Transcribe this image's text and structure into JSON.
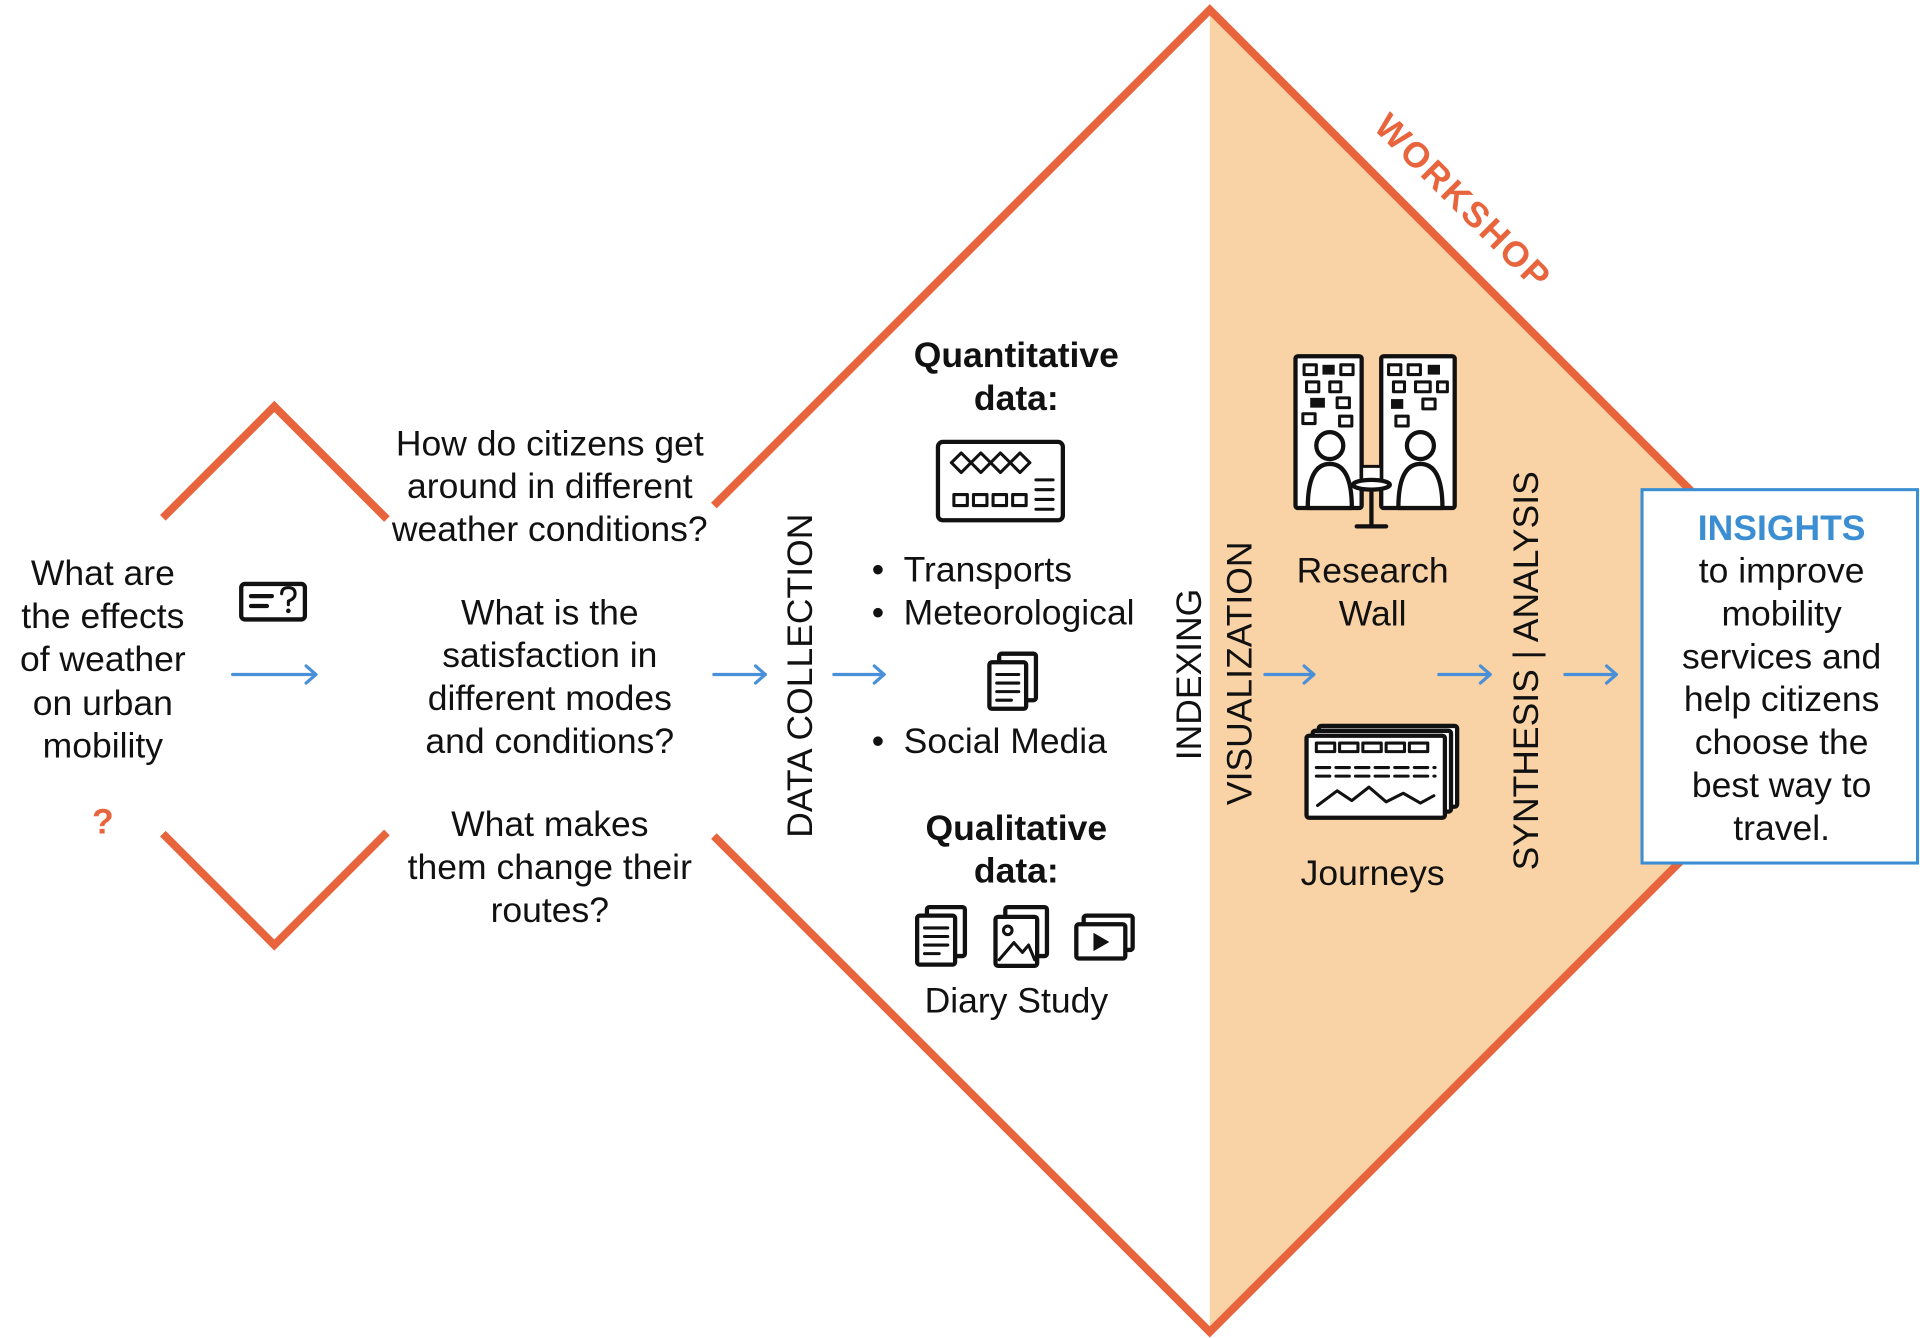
{
  "colors": {
    "diamond_outline": "#E8643C",
    "workshop_fill": "#F9D3A5",
    "arrow": "#4A90D9",
    "insights_accent": "#3C8ED3",
    "text": "#111111"
  },
  "research_question": {
    "icon": "question-card-icon",
    "lines": [
      "What are",
      "the effects",
      "of weather",
      "on urban",
      "mobility"
    ],
    "marker": "?"
  },
  "questions": [
    [
      "How do citizens get",
      "around in different",
      "weather conditions?"
    ],
    [
      "What is the",
      "satisfaction in",
      "different modes",
      "and conditions?"
    ],
    [
      "What makes",
      "them change their",
      "routes?"
    ]
  ],
  "data_collection": {
    "label": "DATA COLLECTION",
    "quantitative": {
      "title": [
        "Quantitative",
        "data:"
      ],
      "icons": [
        "dashboard-chart-icon",
        "documents-icon"
      ],
      "bullet": "•",
      "sources": [
        "Transports",
        "Meteorological",
        "Social Media"
      ]
    },
    "qualitative": {
      "title": [
        "Qualitative",
        "data:"
      ],
      "icons": [
        "documents-icon",
        "photos-icon",
        "videos-icon"
      ],
      "method": "Diary Study"
    }
  },
  "workshop": {
    "label": "WORKSHOP",
    "indexing": "INDEXING",
    "visualization": "VISUALIZATION",
    "outputs": {
      "research_wall": [
        "Research",
        "Wall"
      ],
      "research_wall_icon": "research-wall-icon",
      "journeys": "Journeys",
      "journeys_icon": "journey-map-icon"
    },
    "synthesis": "SYNTHESIS | ANALYSIS"
  },
  "insights": {
    "title": "INSIGHTS",
    "lines": [
      "to improve",
      "mobility",
      "services and",
      "help citizens",
      "choose the",
      "best way to",
      "travel."
    ]
  }
}
